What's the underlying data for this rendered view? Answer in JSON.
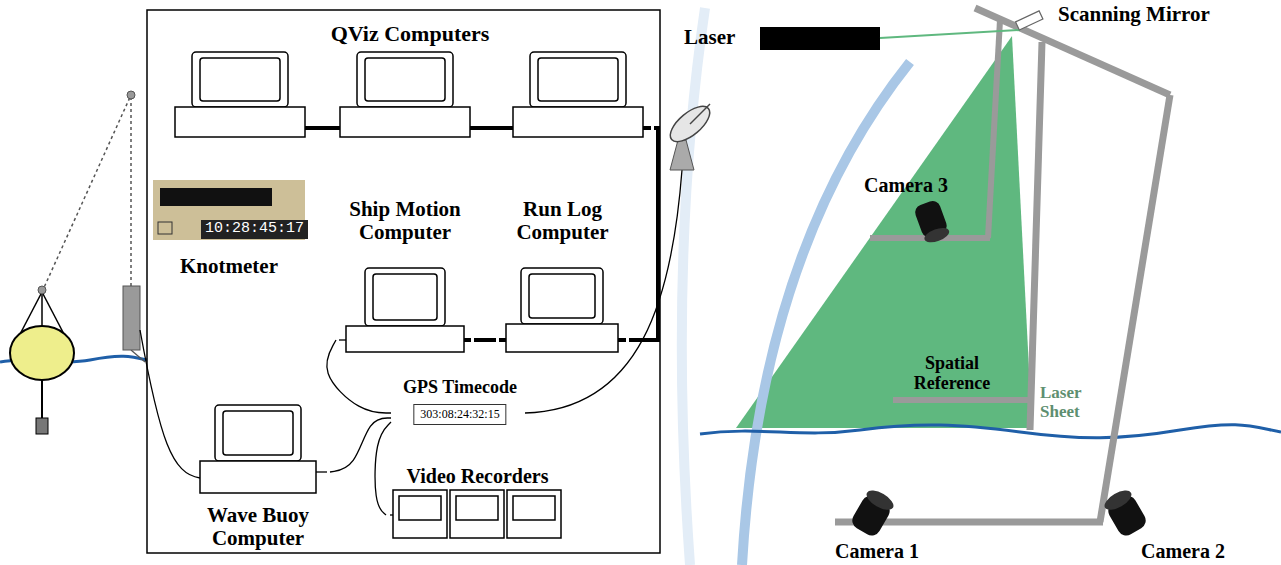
{
  "diagram": {
    "nodes": [
      {
        "text": [
          "QViz Computers"
        ]
      },
      {
        "text": [
          "10:28:45:17",
          "Knotmeter"
        ]
      },
      {
        "text": [
          "Ship Motion Computer"
        ]
      },
      {
        "text": [
          "Run Log Computer"
        ]
      },
      {
        "text": [
          "Wave Buoy Computer"
        ]
      },
      {
        "text": [
          "GPS Timecode",
          "303:08:24:32:15"
        ]
      },
      {
        "text": [
          "Video Recorders"
        ]
      }
    ],
    "edges": [
      {
        "from": 0,
        "to": 3,
        "arrow": "none"
      },
      {
        "from": 2,
        "to": 3,
        "arrow": "none"
      },
      {
        "from": 2,
        "to": 5,
        "arrow": "none"
      },
      {
        "from": 4,
        "to": 5,
        "arrow": "none"
      },
      {
        "from": 5,
        "to": 6,
        "arrow": "none"
      }
    ],
    "labels": [
      "Laser",
      "Scanning Mirror",
      "Camera 3",
      "Spatial Reference",
      "Laser Sheet",
      "Camera 1",
      "Camera 2"
    ]
  }
}
